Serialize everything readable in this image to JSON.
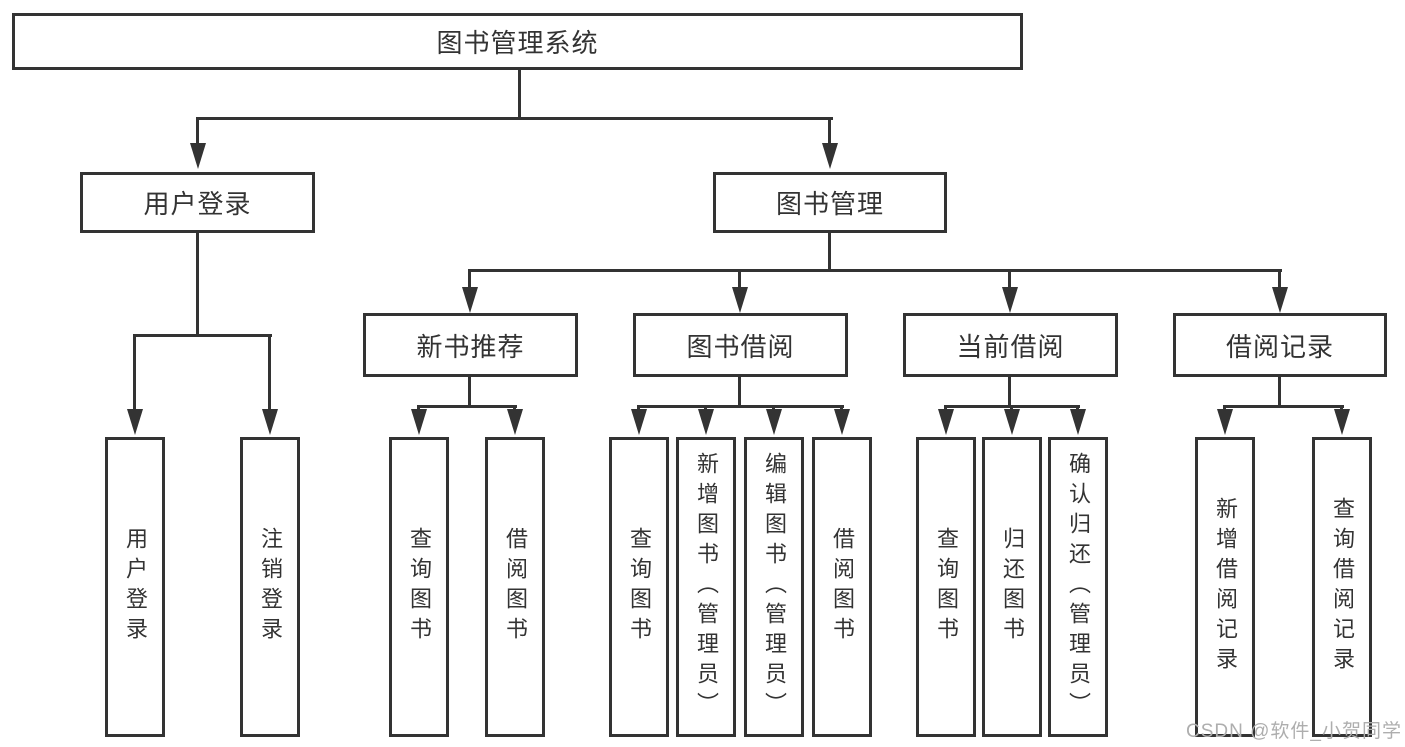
{
  "diagram": {
    "root": {
      "label": "图书管理系统"
    },
    "branches": [
      {
        "label": "用户登录",
        "children": [
          {
            "label": "用户登录"
          },
          {
            "label": "注销登录"
          }
        ]
      },
      {
        "label": "图书管理",
        "sections": [
          {
            "label": "新书推荐",
            "children": [
              {
                "label": "查询图书"
              },
              {
                "label": "借阅图书"
              }
            ]
          },
          {
            "label": "图书借阅",
            "children": [
              {
                "label": "查询图书"
              },
              {
                "label": "新增图书（管理员）"
              },
              {
                "label": "编辑图书（管理员）"
              },
              {
                "label": "借阅图书"
              }
            ]
          },
          {
            "label": "当前借阅",
            "children": [
              {
                "label": "查询图书"
              },
              {
                "label": "归还图书"
              },
              {
                "label": "确认归还（管理员）"
              }
            ]
          },
          {
            "label": "借阅记录",
            "children": [
              {
                "label": "新增借阅记录"
              },
              {
                "label": "查询借阅记录"
              }
            ]
          }
        ]
      }
    ]
  },
  "watermark": {
    "text": "CSDN @软件_小贺同学"
  },
  "colors": {
    "line": "#333333",
    "box_background": "#ffffff",
    "watermark": "#aeaeae"
  }
}
